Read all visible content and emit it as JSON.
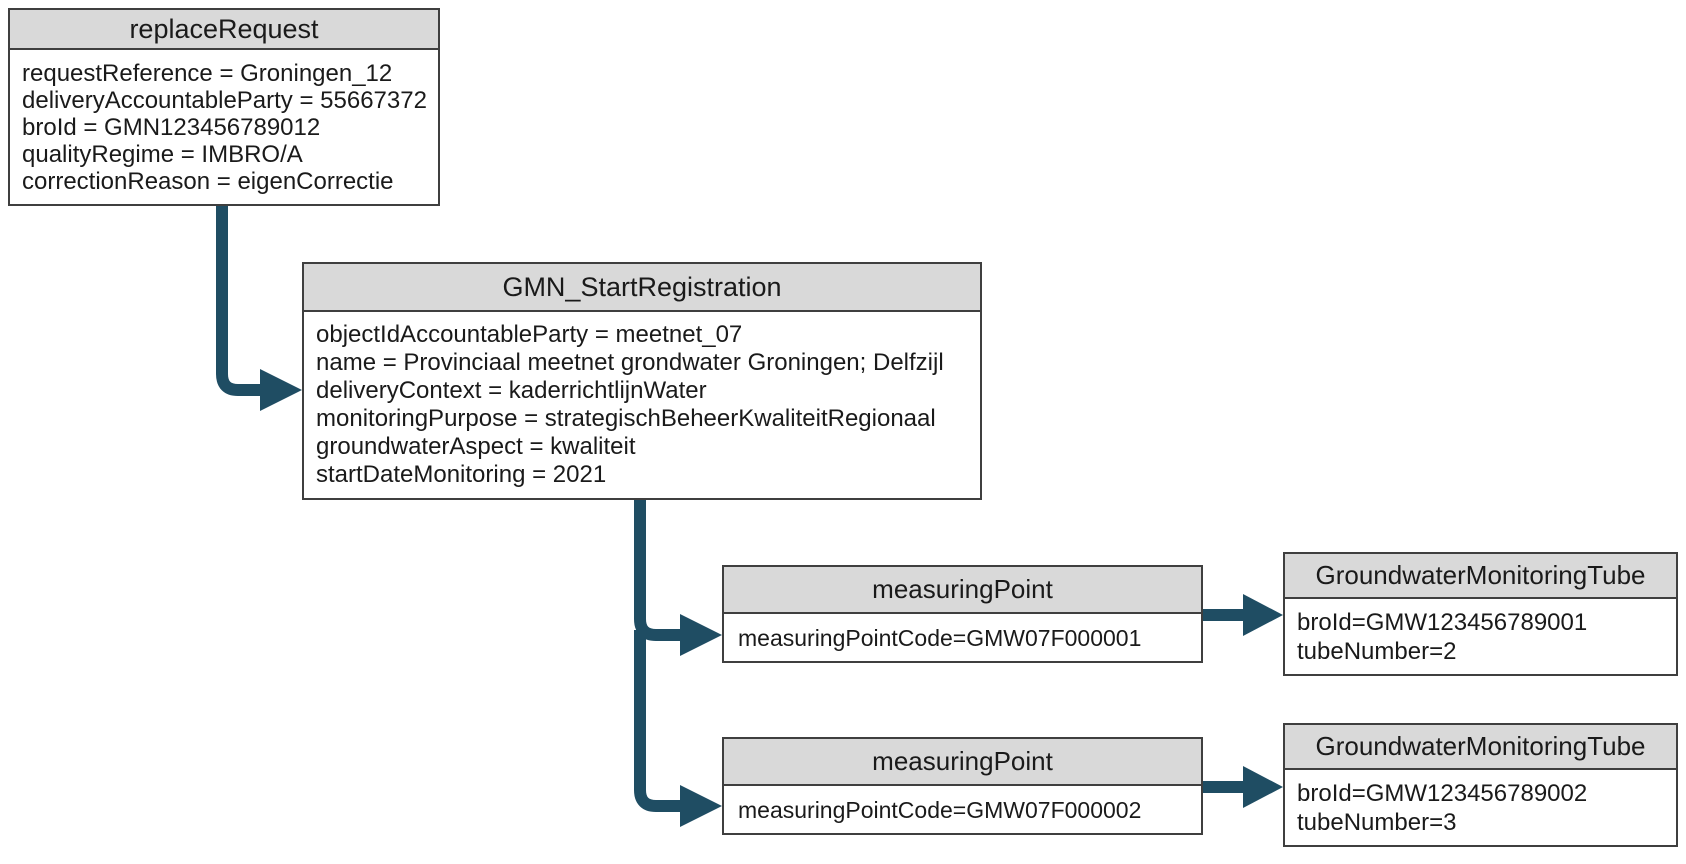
{
  "colors": {
    "arrow": "#1f4d63",
    "header_bg": "#d9d9d9",
    "box_border": "#3f3f3f",
    "text": "#1a1a1a",
    "canvas_bg": "#ffffff"
  },
  "diagram": {
    "boxes": {
      "replace_request": {
        "title": "replaceRequest",
        "lines": [
          "requestReference = Groningen_12",
          "deliveryAccountableParty = 55667372",
          "broId = GMN123456789012",
          "qualityRegime = IMBRO/A",
          "correctionReason = eigenCorrectie"
        ]
      },
      "gmn_start_registration": {
        "title": "GMN_StartRegistration",
        "lines": [
          "objectIdAccountableParty = meetnet_07",
          "name = Provinciaal meetnet grondwater Groningen; Delfzijl",
          "deliveryContext = kaderrichtlijnWater",
          "monitoringPurpose = strategischBeheerKwaliteitRegionaal",
          "groundwaterAspect = kwaliteit",
          "startDateMonitoring = 2021"
        ]
      },
      "measuring_point_1": {
        "title": "measuringPoint",
        "lines": [
          "measuringPointCode=GMW07F000001"
        ]
      },
      "tube_1": {
        "title": "GroundwaterMonitoringTube",
        "lines": [
          "broId=GMW123456789001",
          "tubeNumber=2"
        ]
      },
      "measuring_point_2": {
        "title": "measuringPoint",
        "lines": [
          "measuringPointCode=GMW07F000002"
        ]
      },
      "tube_2": {
        "title": "GroundwaterMonitoringTube",
        "lines": [
          "broId=GMW123456789002",
          "tubeNumber=3"
        ]
      }
    }
  }
}
